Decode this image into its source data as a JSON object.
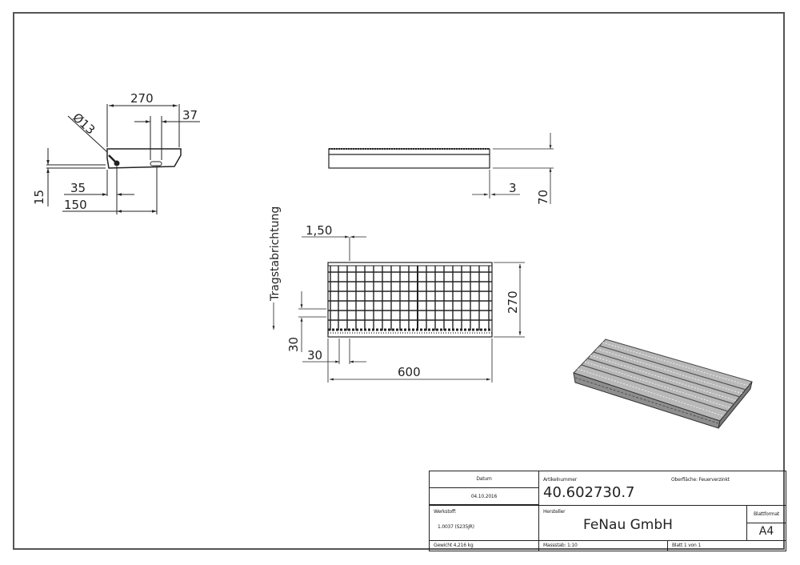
{
  "drawing": {
    "side_view": {
      "dimensions": {
        "width_270": "270",
        "slot_37": "37",
        "hole_diameter": "Ø13",
        "height_15": "15",
        "offset_35": "35",
        "offset_150": "150"
      }
    },
    "front_view": {
      "dimensions": {
        "thickness_3": "3",
        "height_70": "70"
      }
    },
    "top_view": {
      "bearing_direction_label": "Tragstabrichtung",
      "dimensions": {
        "bar_1_50": "1,50",
        "depth_270": "270",
        "pitch_30_vertical": "30",
        "pitch_30_horizontal": "30",
        "length_600": "600"
      }
    },
    "isometric_view": {
      "description": "Gitterrost-Stufe isometric view"
    }
  },
  "title_block": {
    "datum_label": "Datum",
    "datum_value": "04.10.2016",
    "artikelnummer_label": "Artikelnummer",
    "artikelnummer_value": "40.602730.7",
    "oberflaeche": "Oberfläche:  Feuerverzinkt",
    "werkstoff_label": "Werkstoff:",
    "werkstoff_value": "1.0037 (S235JR)",
    "hersteller_label": "Hersteller",
    "hersteller_value": "FeNau GmbH",
    "blattformat_label": "Blattformat",
    "blattformat_value": "A4",
    "gewicht": "Gewicht 4,216 kg",
    "massstab": "Massstab: 1:10",
    "blatt": "Blatt 1 von 1"
  }
}
